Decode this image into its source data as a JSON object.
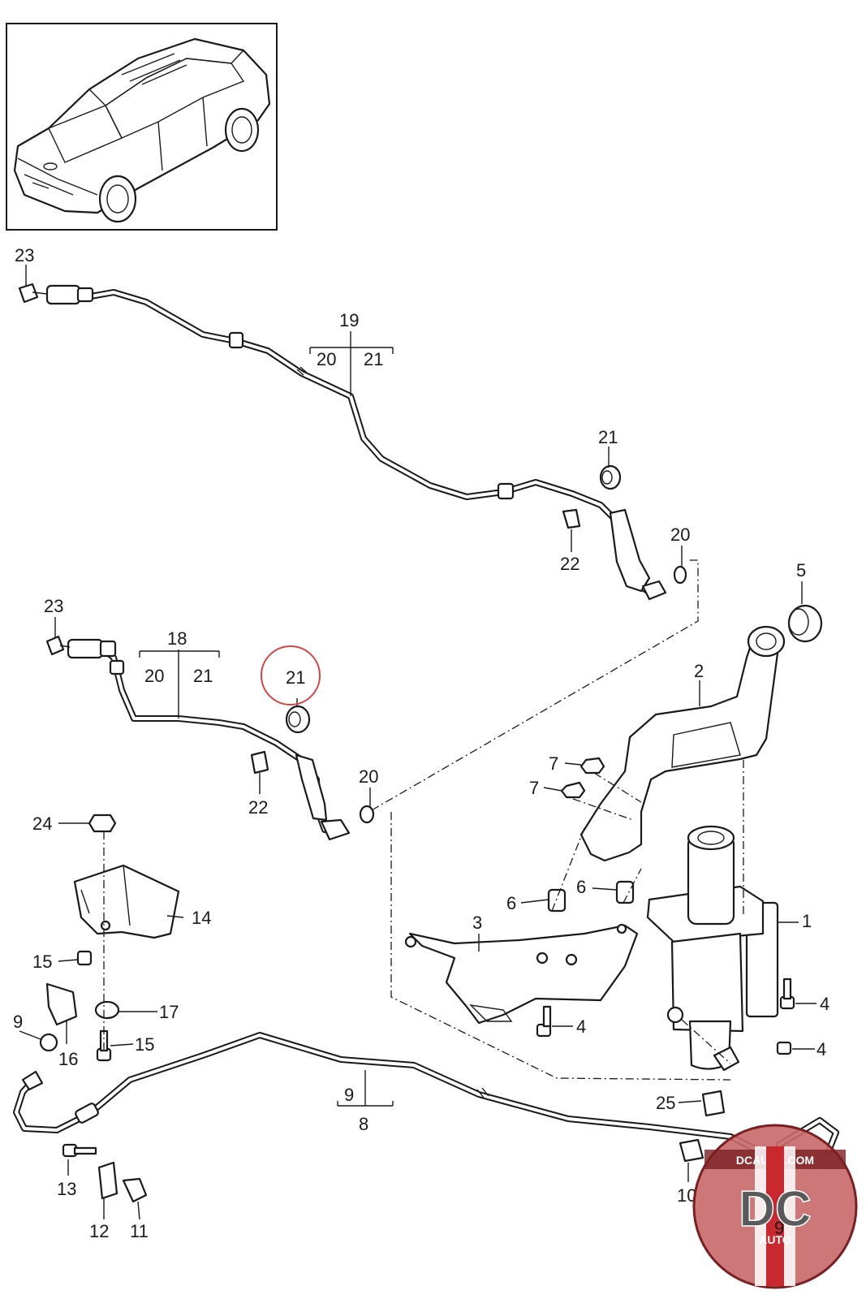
{
  "callouts": {
    "c1": "1",
    "c2": "2",
    "c3": "3",
    "c4a": "4",
    "c4b": "4",
    "c4c": "4",
    "c5": "5",
    "c6a": "6",
    "c6b": "6",
    "c7a": "7",
    "c7b": "7",
    "c8": "8",
    "c9a": "9",
    "c9b": "9",
    "c9c": "9",
    "c10": "10",
    "c11": "11",
    "c12": "12",
    "c13": "13",
    "c14": "14",
    "c15a": "15",
    "c15b": "15",
    "c16": "16",
    "c17": "17",
    "c18": "18",
    "c19": "19",
    "c20a": "20",
    "c20b": "20",
    "c20c": "20",
    "c20d": "20",
    "c21a": "21",
    "c21b": "21",
    "c21c": "21",
    "c21d": "21",
    "c22a": "22",
    "c22b": "22",
    "c23a": "23",
    "c23b": "23",
    "c24": "24",
    "c25": "25"
  },
  "watermark": {
    "domain": "DCAUTO.COM",
    "initials": "DC",
    "word": "AUTO"
  },
  "colors": {
    "ink": "#1a1a1a",
    "highlight": "#d64545",
    "badge": "#c9686a",
    "badge_dark": "#7a1f22"
  }
}
